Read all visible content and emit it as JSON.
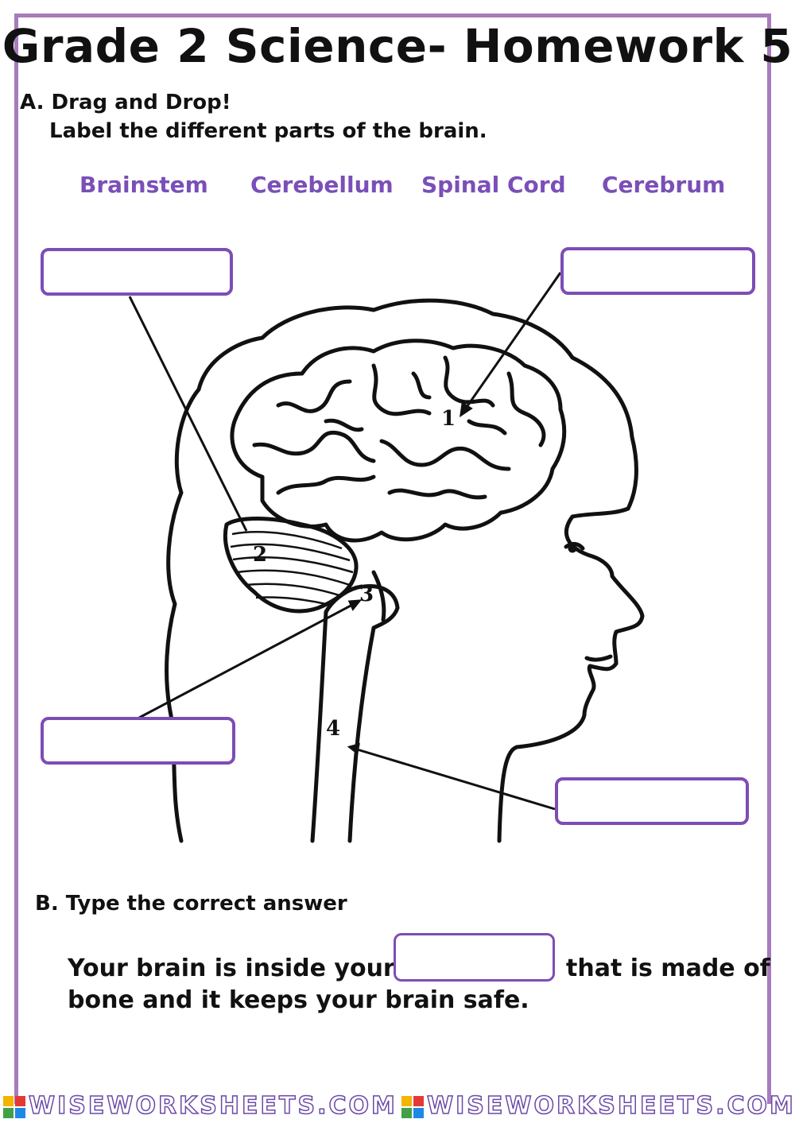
{
  "title": "Grade 2 Science- Homework 5",
  "section_a": {
    "heading": "A. Drag and Drop!",
    "instruction": "Label the different parts of the brain."
  },
  "word_bank": [
    "Brainstem",
    "Cerebellum",
    "Spinal Cord",
    "Cerebrum"
  ],
  "diagram": {
    "labels": [
      "1",
      "2",
      "3",
      "4"
    ]
  },
  "section_b": {
    "heading": "B. Type the correct answer",
    "sentence_before": "Your brain is inside your",
    "sentence_after": "that is made of",
    "sentence_line2": "bone and it keeps your brain safe.",
    "answer_value": ""
  },
  "footer": {
    "brand": "WISEWORKSHEETS.COM"
  },
  "colors": {
    "frame": "#a77bbd",
    "word": "#7a4fb8",
    "box_border": "#7e4cb5"
  }
}
